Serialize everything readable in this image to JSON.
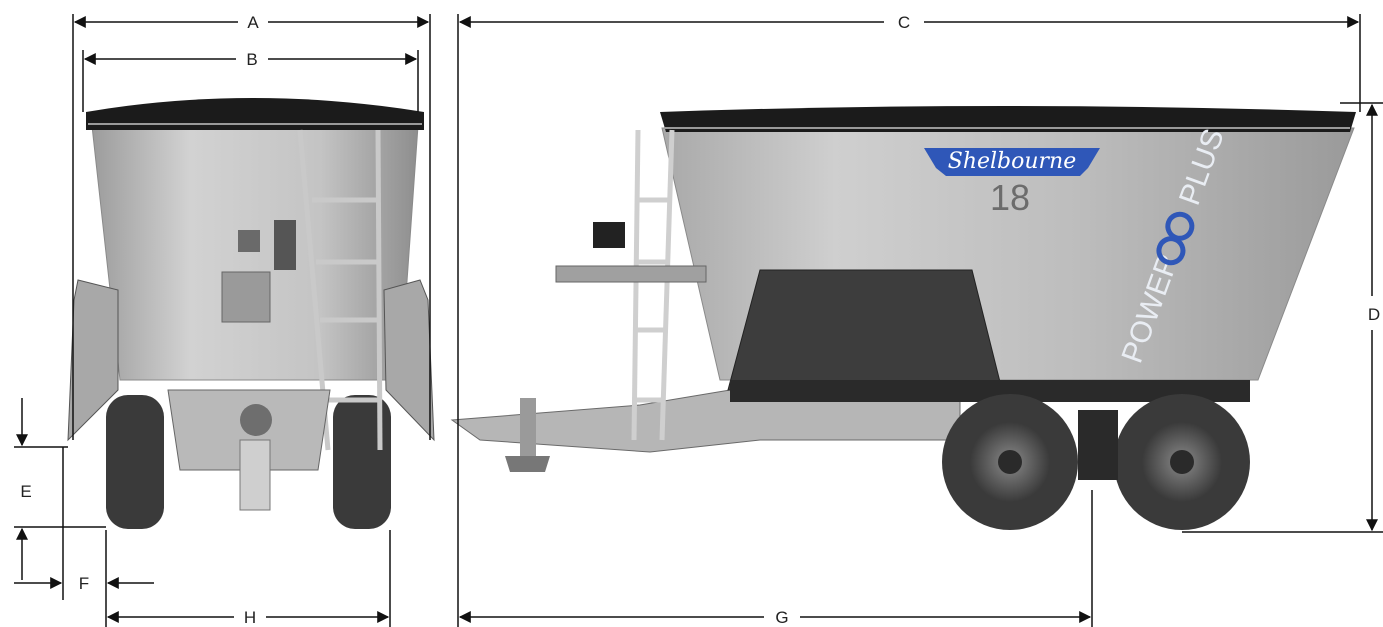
{
  "dimensions": {
    "A": "A",
    "B": "B",
    "C": "C",
    "D": "D",
    "E": "E",
    "F": "F",
    "G": "G",
    "H": "H"
  },
  "branding": {
    "logo_text": "Shelbourne",
    "model_number": "18",
    "decal_power": "POWER",
    "decal_plus": "PLUS"
  },
  "colors": {
    "body": "#bcbcbc",
    "rim": "#1b1b1b",
    "tire": "#3a3a3a",
    "brand_blue": "#2f57b8",
    "line": "#111111"
  }
}
